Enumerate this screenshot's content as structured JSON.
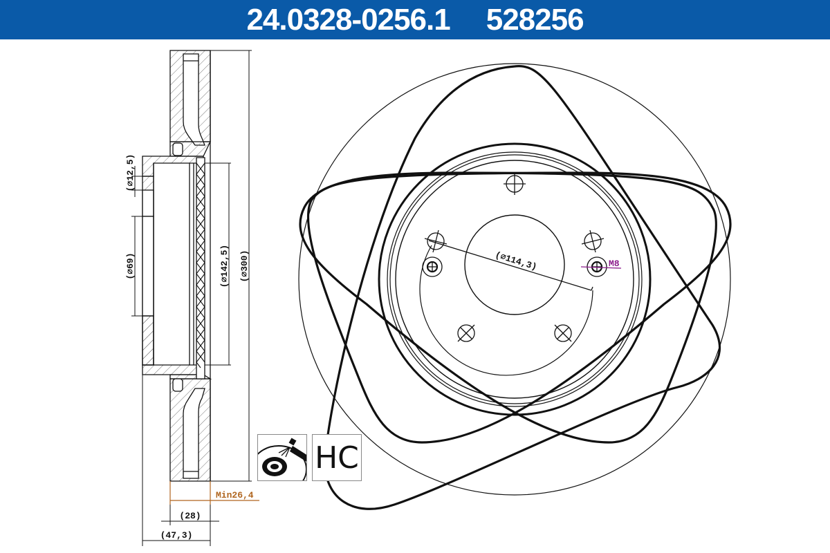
{
  "header": {
    "part_number": "24.0328-0256.1",
    "article_number": "528256",
    "background_color": "#0a5aa8"
  },
  "section_view": {
    "dimensions": {
      "bolt_hole_diameter": "(⌀12,5)",
      "center_bore_diameter": "(⌀69)",
      "hat_diameter": "(⌀142,5)",
      "disc_diameter": "(⌀300)",
      "disc_thickness": "(28)",
      "total_height": "(47,3)",
      "min_thickness": "Min26,4"
    },
    "min_thickness_color": "#b0651e"
  },
  "front_view": {
    "dimensions": {
      "pitch_circle_diameter": "(⌀114,3)",
      "thread": "M8"
    },
    "thread_color": "#8b1a8b",
    "bolt_holes": 5,
    "threaded_holes": 2
  },
  "badges": {
    "coating_icon": "spray-coating-icon",
    "hc_label": "HC"
  }
}
